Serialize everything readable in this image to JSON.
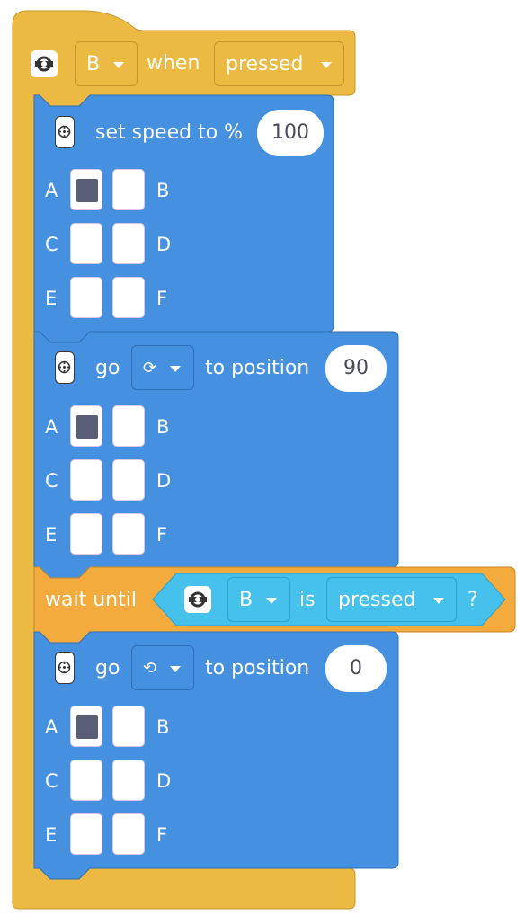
{
  "colors": {
    "event_yellow": "#ecba42",
    "motor_blue": "#4690e0",
    "sensor_blue": "#45c1ec",
    "control_orange": "#f2ab3c",
    "port_fill": "#575e75"
  },
  "hat_block": {
    "icon": "force-sensor-icon",
    "port_value": "B",
    "when_label": "when",
    "state_value": "pressed"
  },
  "blocks": [
    {
      "icon": "motor-icon",
      "label": "set speed to %",
      "value": "100",
      "ports": [
        {
          "name": "A",
          "selected": true
        },
        {
          "name": "B",
          "selected": false
        },
        {
          "name": "C",
          "selected": false
        },
        {
          "name": "D",
          "selected": false
        },
        {
          "name": "E",
          "selected": false
        },
        {
          "name": "F",
          "selected": false
        }
      ]
    },
    {
      "icon": "motor-icon",
      "label_go": "go",
      "direction_icon": "clockwise-icon",
      "direction_glyph": "⟳",
      "label_to": "to position",
      "value": "90",
      "ports": [
        {
          "name": "A",
          "selected": true
        },
        {
          "name": "B",
          "selected": false
        },
        {
          "name": "C",
          "selected": false
        },
        {
          "name": "D",
          "selected": false
        },
        {
          "name": "E",
          "selected": false
        },
        {
          "name": "F",
          "selected": false
        }
      ]
    },
    {
      "label_wait": "wait until",
      "icon": "force-sensor-icon",
      "port_value": "B",
      "label_is": "is",
      "state_value": "pressed",
      "question": "?"
    },
    {
      "icon": "motor-icon",
      "label_go": "go",
      "direction_icon": "counterclockwise-icon",
      "direction_glyph": "⟲",
      "label_to": "to position",
      "value": "0",
      "ports": [
        {
          "name": "A",
          "selected": true
        },
        {
          "name": "B",
          "selected": false
        },
        {
          "name": "C",
          "selected": false
        },
        {
          "name": "D",
          "selected": false
        },
        {
          "name": "E",
          "selected": false
        },
        {
          "name": "F",
          "selected": false
        }
      ]
    }
  ]
}
